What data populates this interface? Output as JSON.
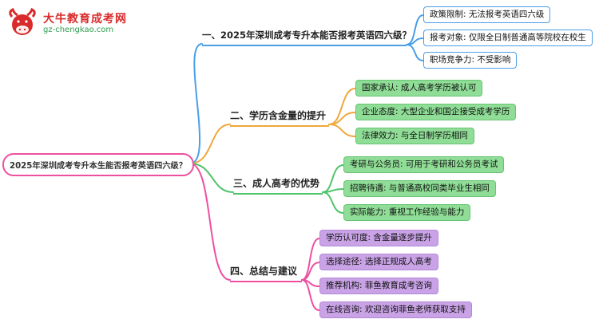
{
  "logo": {
    "site_name": "大牛教育成考网",
    "domain": "gz-chengkao.com",
    "brand_color": "#d92b2b",
    "domain_color": "#2e9e4f"
  },
  "root": {
    "label": "2025年深圳成考专升本生能否报考英语四六级？",
    "border_color": "#ee4fa0"
  },
  "branches": [
    {
      "label": "一、2025年深圳成考专升本能否报考英语四六级？",
      "color": "#4a9ee8",
      "children": [
        {
          "label": "政策限制: 无法报考英语四六级"
        },
        {
          "label": "报考对象: 仅限全日制普通高等院校在校生"
        },
        {
          "label": "职场竞争力: 不受影响"
        }
      ]
    },
    {
      "label": "二、学历含金量的提升",
      "color": "#f0a73c",
      "children": [
        {
          "label": "国家承认: 成人高考学历被认可"
        },
        {
          "label": "企业态度: 大型企业和国企接受成考学历"
        },
        {
          "label": "法律效力: 与全日制学历相同"
        }
      ]
    },
    {
      "label": "三、成人高考的优势",
      "color": "#4fc46a",
      "children": [
        {
          "label": "考研与公务员: 可用于考研和公务员考试"
        },
        {
          "label": "招聘待遇: 与普通高校同类毕业生相同"
        },
        {
          "label": "实际能力: 重视工作经验与能力"
        }
      ]
    },
    {
      "label": "四、总结与建议",
      "color": "#ee4fa0",
      "children": [
        {
          "label": "学历认可度: 含金量逐步提升"
        },
        {
          "label": "选择途径: 选择正规成人高考"
        },
        {
          "label": "推荐机构: 菲鱼教育成考咨询"
        },
        {
          "label": "在线咨询: 欢迎咨询菲鱼老师获取支持"
        }
      ]
    }
  ],
  "leaf_colors": {
    "branch1_leaf": "#ffffff",
    "branch2_leaf": "#8fdd96",
    "branch3_leaf": "#8fdd96",
    "branch4_leaf": "#c9a3e6"
  }
}
